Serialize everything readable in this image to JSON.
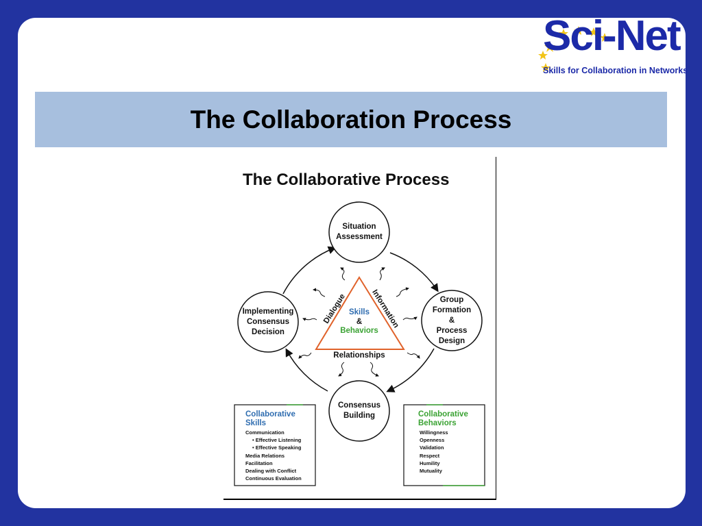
{
  "slide": {
    "title": "The Collaboration Process"
  },
  "logo": {
    "name": "Sci-Net",
    "tagline": "Skills for Collaboration in Networks"
  },
  "diagram": {
    "title": "The Collaborative Process",
    "nodes": {
      "situation": "Situation\nAssessment",
      "group": "Group\nFormation\n&\nProcess\nDesign",
      "consensus": "Consensus\nBuilding",
      "implementing": "Implementing\nConsensus\nDecision"
    },
    "triangle": {
      "left_side": "Dialogue",
      "right_side": "Information",
      "bottom_side": "Relationships",
      "center_skills": "Skills",
      "center_amp": "&",
      "center_behaviors": "Behaviors"
    },
    "skills_box": {
      "heading_line1": "Collaborative",
      "heading_line2": "Skills",
      "items": [
        "Communication",
        "• Effective Listening",
        "• Effective Speaking",
        "Media Relations",
        "Facilitation",
        "Dealing with Conflict",
        "Continuous Evaluation"
      ]
    },
    "behaviors_box": {
      "heading_line1": "Collaborative",
      "heading_line2": "Behaviors",
      "items": [
        "Willingness",
        "Openness",
        "Validation",
        "Respect",
        "Humility",
        "Mutuality"
      ]
    },
    "colors": {
      "skills_blue": "#2f6db0",
      "behaviors_green": "#3aa233",
      "triangle_orange": "#e0622a",
      "slide_border": "#2233a0",
      "title_band": "#a7bfde"
    }
  }
}
